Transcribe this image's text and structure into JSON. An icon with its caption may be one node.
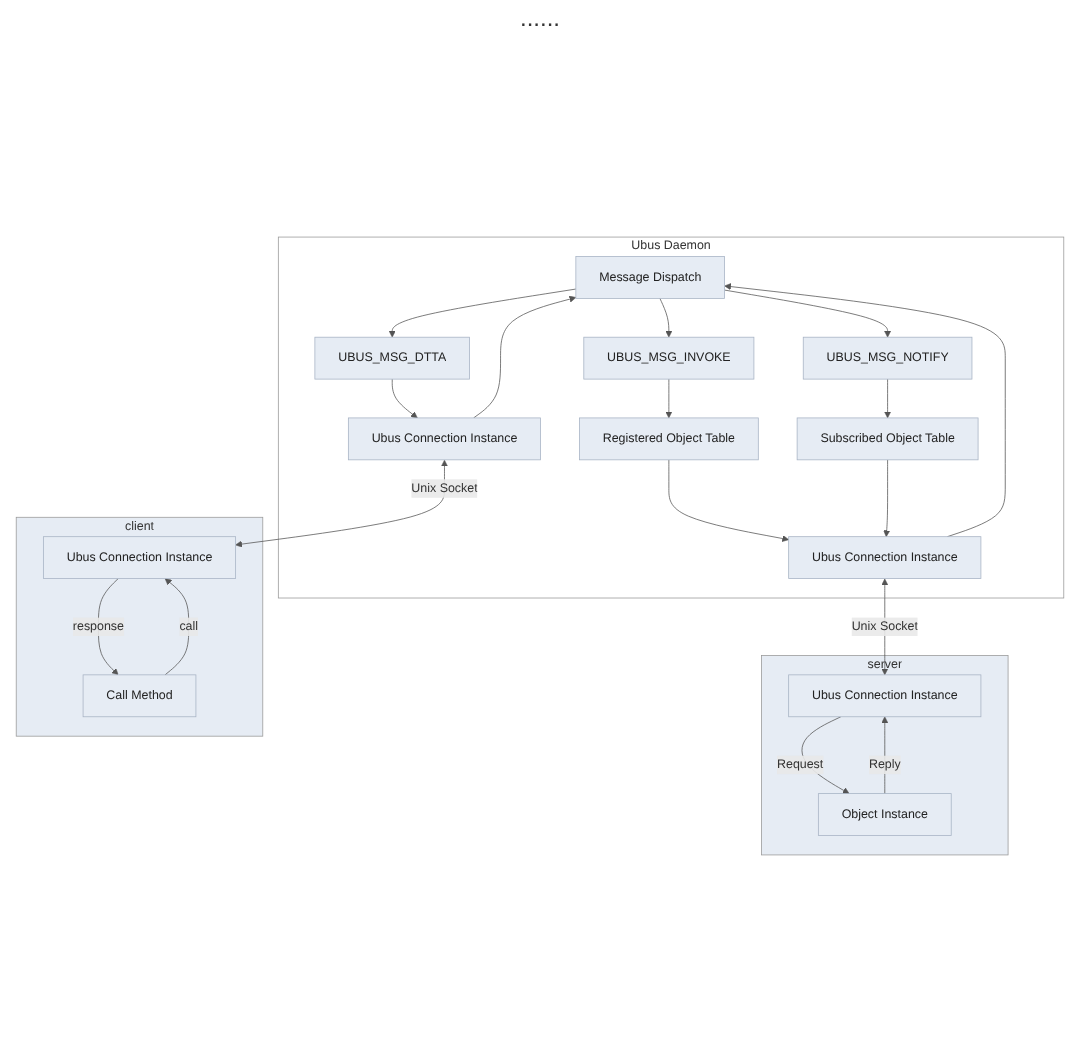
{
  "diagram": {
    "nodes": [
      {
        "text": [
          "Ubus Daemon"
        ]
      },
      {
        "text": [
          "Message Dispatch"
        ],
        "in": 0
      },
      {
        "text": [
          "UBUS_MSG_INVOKE"
        ],
        "in": 0
      },
      {
        "text": [
          "UBUS_MSG_NOTIFY"
        ],
        "in": 0
      },
      {
        "text": [
          "UBUS_MSG_DTTA"
        ],
        "in": 0
      },
      {
        "text": [
          "Registered Object Table"
        ],
        "in": 0
      },
      {
        "text": [
          "Subscribed Object Table"
        ],
        "in": 0
      },
      {
        "text": [
          "Ubus Connection Instance"
        ],
        "in": 0
      },
      {
        "text": [
          "Ubus Connection Instance"
        ],
        "in": 0
      },
      {
        "text": [
          "server"
        ]
      },
      {
        "text": [
          "Ubus Connection Instance"
        ],
        "in": 9
      },
      {
        "text": [
          "Object Instance"
        ],
        "in": 9
      },
      {
        "text": [
          "client"
        ]
      },
      {
        "text": [
          "Ubus Connection Instance"
        ],
        "in": 12
      },
      {
        "text": [
          "Call Method"
        ],
        "in": 12
      }
    ],
    "edges": [
      {
        "from": 1,
        "to": 2,
        "arrow": "to"
      },
      {
        "from": 1,
        "to": 3,
        "arrow": "to"
      },
      {
        "from": 1,
        "to": 4,
        "arrow": "to"
      },
      {
        "from": 2,
        "to": 5,
        "arrow": "to"
      },
      {
        "from": 3,
        "to": 6,
        "arrow": "to"
      },
      {
        "from": 5,
        "to": 7,
        "arrow": "to"
      },
      {
        "from": 6,
        "to": 7,
        "arrow": "to"
      },
      {
        "from": 4,
        "to": 8,
        "arrow": "to"
      },
      {
        "from": 7,
        "to": 1,
        "arrow": "to"
      },
      {
        "from": 8,
        "to": 1,
        "arrow": "to"
      },
      {
        "from": 7,
        "to": 10,
        "arrow": "both",
        "label": "Unix Socket"
      },
      {
        "from": 8,
        "to": 13,
        "arrow": "both",
        "label": "Unix Socket"
      },
      {
        "from": 10,
        "to": 11,
        "arrow": "to",
        "label": "Request"
      },
      {
        "from": 11,
        "to": 10,
        "arrow": "to",
        "label": "Reply"
      },
      {
        "from": 13,
        "to": 14,
        "arrow": "to",
        "label": "response"
      },
      {
        "from": 14,
        "to": 13,
        "arrow": "to",
        "label": "call"
      }
    ],
    "labels": [
      "......"
    ]
  }
}
